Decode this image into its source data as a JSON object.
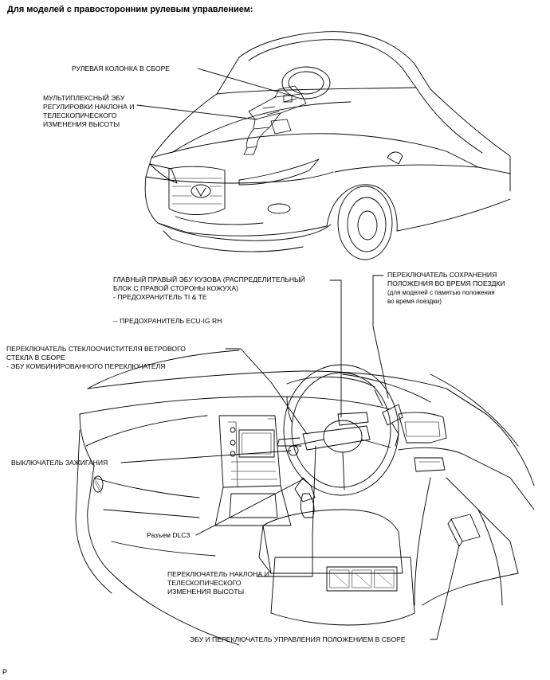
{
  "header": "Для моделей с правосторонним рулевым управлением:",
  "labels": {
    "steering_column": "РУЛЕВАЯ КОЛОНКА В СБОРЕ",
    "multiplex_ecu": [
      "МУЛЬТИПЛЕКСНЫЙ ЭБУ",
      "РЕГУЛИРОВКИ НАКЛОНА И",
      "ТЕЛЕСКОПИЧЕСКОГО",
      "ИЗМЕНЕНИЯ ВЫСОТЫ"
    ],
    "main_body_ecu": [
      "ГЛАВНЫЙ ПРАВЫЙ ЭБУ КУЗОВА (РАСПРЕДЕЛИТЕЛЬНЫЙ",
      "БЛОК С ПРАВОЙ СТОРОНЫ КОЖУХА)"
    ],
    "fuse_ti_te": "- ПРЕДОХРАНИТЕЛЬ TI & TE",
    "fuse_ecu_ig": "-- ПРЕДОХРАНИТЕЛЬ ECU-IG RH",
    "memory_switch": [
      "ПЕРЕКЛЮЧАТЕЛЬ СОХРАНЕНИЯ",
      "ПОЛОЖЕНИЯ ВО ВРЕМЯ ПОЕЗДКИ"
    ],
    "memory_note": [
      "(для моделей с памятью положения",
      "во время поездки)"
    ],
    "wiper_switch": [
      "ПЕРЕКЛЮЧАТЕЛЬ СТЕКЛООЧИСТИТЕЛЯ ВЕТРОВОГО",
      "СТЕКЛА В СБОРЕ"
    ],
    "combo_ecu": "- ЭБУ КОМБИНИРОВАННОГО ПЕРЕКЛЮЧАТЕЛЯ",
    "ignition": "ВЫКЛЮЧАТЕЛЬ ЗАЖИГАНИЯ",
    "dlc3": "Разъем DLC3",
    "tilt_switch": [
      "ПЕРЕКЛЮЧАТЕЛЬ НАКЛОНА И",
      "ТЕЛЕСКОПИЧЕСКОГО",
      "ИЗМЕНЕНИЯ ВЫСОТЫ"
    ],
    "position_ecu": "ЭБУ И ПЕРЕКЛЮЧАТЕЛЬ УПРАВЛЕНИЯ ПОЛОЖЕНИЕМ В СБОРЕ"
  },
  "footer": "P"
}
